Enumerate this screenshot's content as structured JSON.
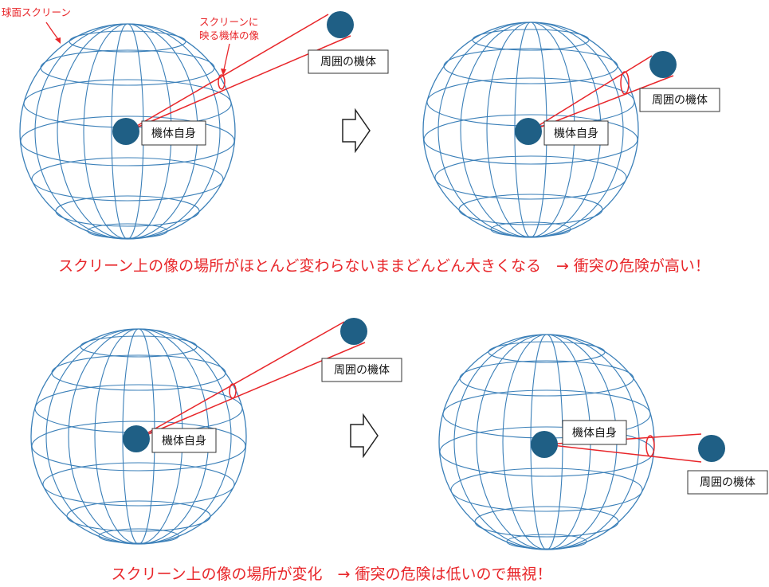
{
  "labels": {
    "self": "機体自身",
    "other": "周囲の機体",
    "sphere_screen": "球面スクリーン",
    "image_line1": "スクリーンに",
    "image_line2": "映る機体の像"
  },
  "captions": {
    "top": "スクリーン上の像の場所がほとんど変わらないままどんどん大きくなる　→ 衝突の危険が高い！",
    "bottom": "スクリーン上の像の場所が変化　→ 衝突の危険は低いので無視！"
  },
  "colors": {
    "sphere": "#3a7fb8",
    "aircraft": "#1f5f85",
    "sight_line": "#e8262a",
    "text_red": "#e8262a"
  },
  "icons": {
    "transition_arrow": "outline-right-arrow-icon"
  }
}
